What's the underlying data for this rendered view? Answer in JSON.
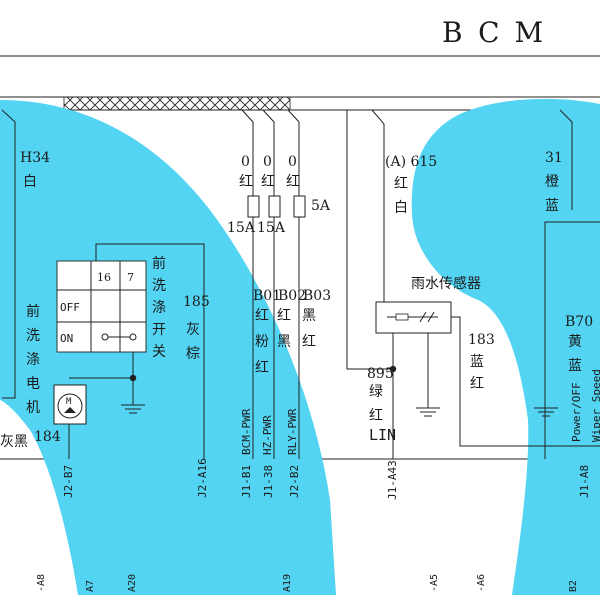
{
  "title": "BCM",
  "colors": {
    "overlay": "#52d4f2",
    "wire": "#222222",
    "background": "#ffffff"
  },
  "left_connector": {
    "code": "H34",
    "color": "白"
  },
  "fuses": [
    {
      "top_value": "0",
      "top_color": "红",
      "rating": "15A"
    },
    {
      "top_value": "0",
      "top_color": "红",
      "rating": "15A"
    },
    {
      "top_value": "0",
      "top_color": "红",
      "rating": "5A"
    }
  ],
  "fuse_circuits": [
    {
      "code": "B01",
      "color1": "红",
      "color2": "粉",
      "color3": "红"
    },
    {
      "code": "B02",
      "color1": "红",
      "color2": "黑",
      "color3": ""
    },
    {
      "code": "B03",
      "color1": "黑",
      "color2": "红",
      "color3": ""
    }
  ],
  "wire_615": {
    "code": "(A) 615",
    "color1": "红",
    "color2": "白"
  },
  "right_wire_31": {
    "code": "31",
    "color1": "橙",
    "color2": "蓝"
  },
  "rain_sensor": {
    "label": "雨水传感器"
  },
  "wire_183": {
    "code": "183",
    "color1": "蓝",
    "color2": "红"
  },
  "wire_895": {
    "code": "895",
    "color1": "绿",
    "color2": "红",
    "signal": "LIN"
  },
  "wire_b70": {
    "code": "B70",
    "color1": "黄",
    "color2": "蓝"
  },
  "washer_switch": {
    "label": "前洗涤开关",
    "col1": "16",
    "col2": "7",
    "row_off": "OFF",
    "row_on": "ON"
  },
  "wire_185": {
    "code": "185",
    "color1": "灰",
    "color2": "棕"
  },
  "washer_motor": {
    "label": "前洗涤电机",
    "symbol": "M"
  },
  "wire_184": {
    "code": "184",
    "color": "灰黑"
  },
  "pins": {
    "p1": "J2-B7",
    "p2": "J2-A16",
    "p3": "J1-B1",
    "p4": "J1-38",
    "p5": "J2-B2",
    "p6": "J1-A43",
    "p7": "J1-A8"
  },
  "pin_signals": {
    "s1": "BCM-PWR",
    "s2": "HZ-PWR",
    "s3": "RLY-PWR",
    "s4": "Power/OFF",
    "s5": "Wiper Speed"
  },
  "bottom_pins": {
    "b1": "-A8",
    "b2": "A7",
    "b3": "A20",
    "b4": "A19",
    "b5": "-A5",
    "b6": "-A6",
    "b7": "B2"
  }
}
